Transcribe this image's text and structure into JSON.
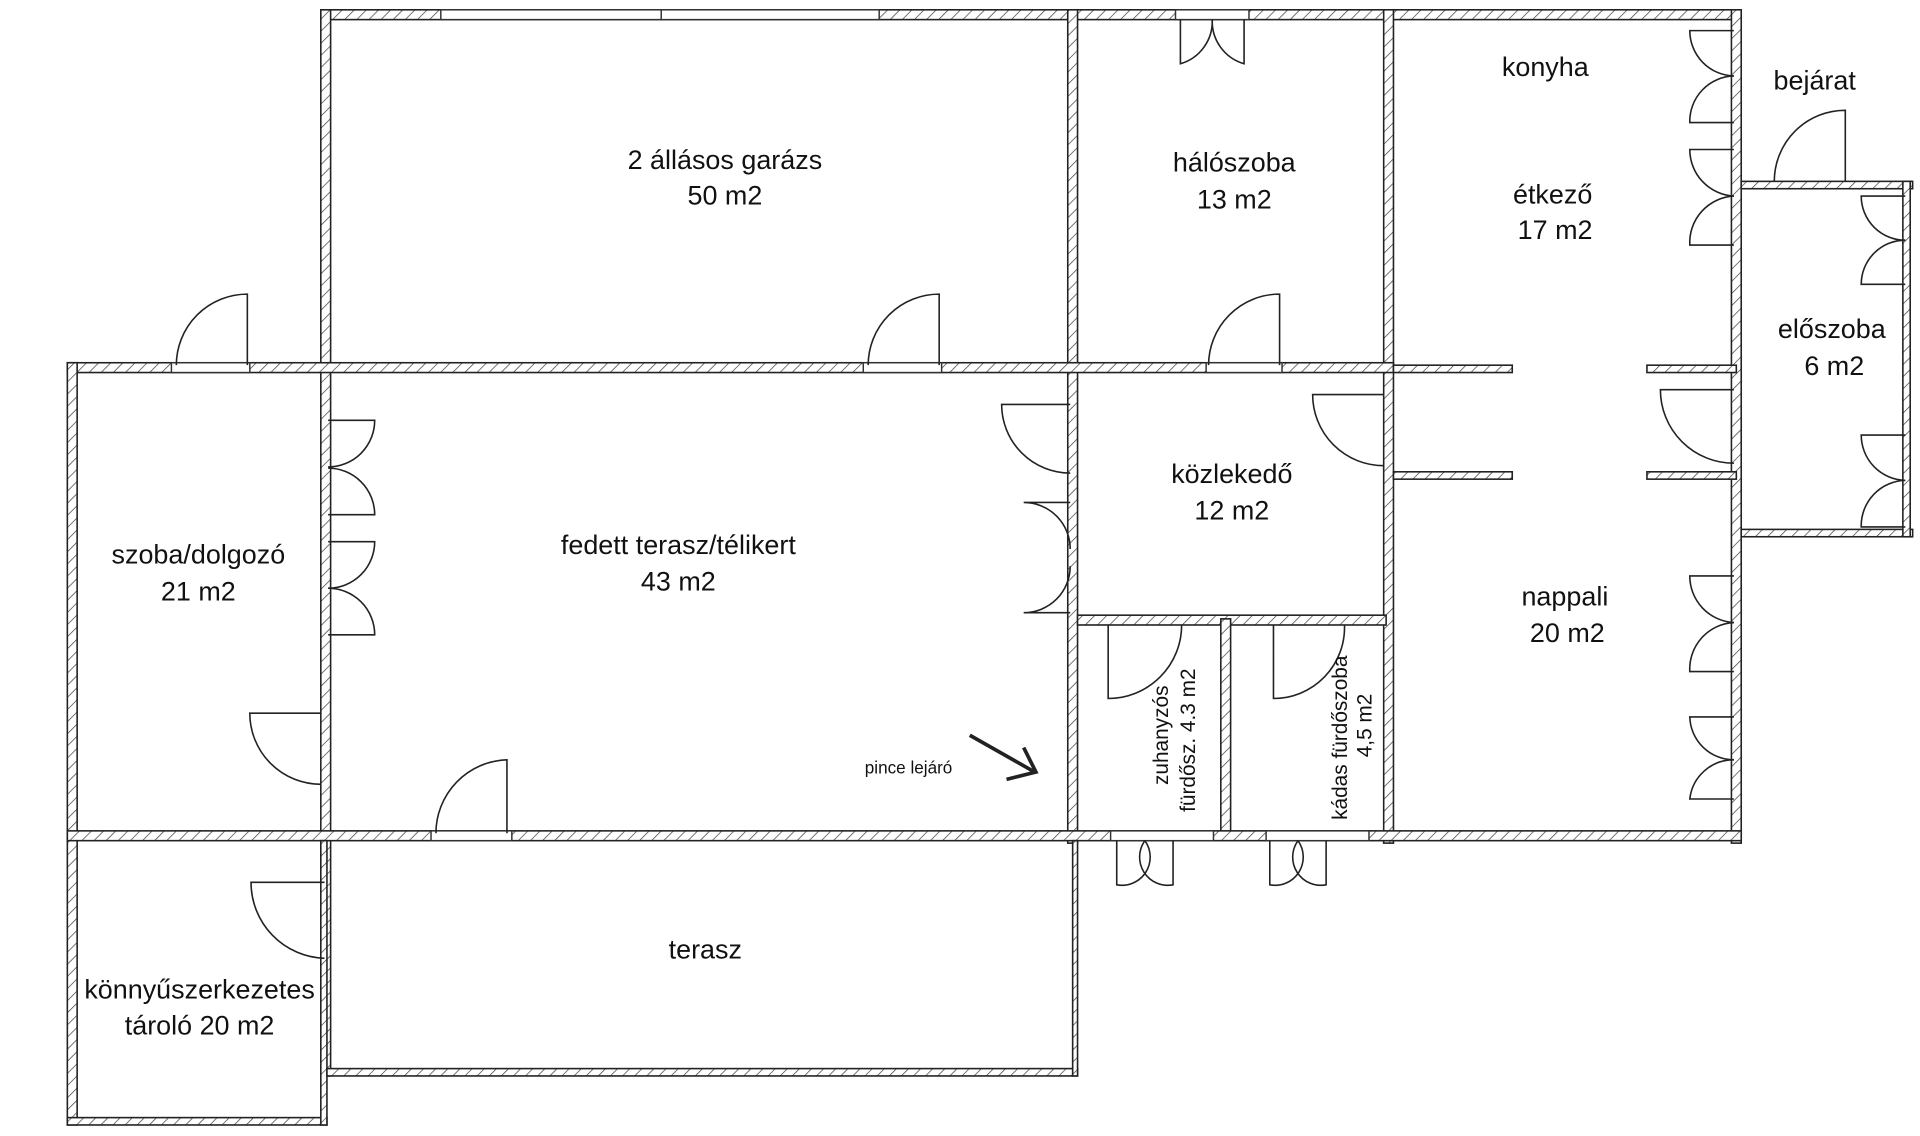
{
  "rooms": {
    "garage": {
      "name": "2 állásos garázs",
      "area": "50 m2"
    },
    "bedroom": {
      "name": "hálószoba",
      "area": "13 m2"
    },
    "kitchen": {
      "name": "konyha"
    },
    "dining": {
      "name": "étkező",
      "area": "17 m2"
    },
    "entrance": {
      "name": "bejárat"
    },
    "hall": {
      "name": "előszoba",
      "area": "6 m2"
    },
    "corridor": {
      "name": "közlekedő",
      "area": "12 m2"
    },
    "study": {
      "name": "szoba/dolgozó",
      "area": "21 m2"
    },
    "winter_garden": {
      "name": "fedett terasz/télikert",
      "area": "43 m2"
    },
    "living": {
      "name": "nappali",
      "area": "20 m2"
    },
    "shower_bath": {
      "name": "zuhanyzós",
      "area": "fürdősz. 4.3 m2"
    },
    "tub_bath": {
      "name": "kádas fürdőszoba",
      "area": "4,5 m2"
    },
    "terrace": {
      "name": "terasz"
    },
    "storage": {
      "name": "könnyűszerkezetes",
      "area": "tároló 20 m2"
    }
  },
  "annotations": {
    "cellar": "pince lejáró"
  }
}
